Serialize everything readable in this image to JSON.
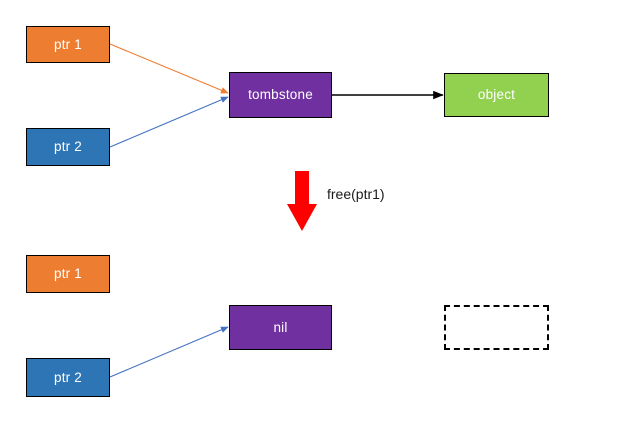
{
  "diagram": {
    "title": "tombstone pointer free diagram",
    "colors": {
      "orange": "#ED7D31",
      "blue": "#2E75B6",
      "purple": "#7030A0",
      "green": "#92D050",
      "red": "#FF0000",
      "black": "#000000",
      "arrow_orange": "#ED7D31",
      "arrow_blue": "#4472C4",
      "label_text": "#1a1a1a",
      "node_text": "#FFFFFF"
    },
    "top_row": {
      "ptr1_label": "ptr 1",
      "ptr2_label": "ptr 2",
      "tombstone_label": "tombstone",
      "object_label": "object"
    },
    "transition": {
      "label": "free(ptr1)",
      "arrow_direction": "down",
      "arrow_color": "#FF0000"
    },
    "bottom_row": {
      "ptr1_label": "ptr 1",
      "ptr2_label": "ptr 2",
      "nil_label": "nil",
      "freed_slot_label": ""
    },
    "edges": [
      {
        "name": "ptr1-to-tombstone",
        "color": "#ED7D31",
        "from": "ptr 1",
        "to": "tombstone"
      },
      {
        "name": "ptr2-to-tombstone",
        "color": "#4472C4",
        "from": "ptr 2",
        "to": "tombstone"
      },
      {
        "name": "tombstone-to-object",
        "color": "#000000",
        "from": "tombstone",
        "to": "object"
      },
      {
        "name": "ptr2-to-nil",
        "color": "#4472C4",
        "from": "ptr 2",
        "to": "nil"
      }
    ]
  }
}
